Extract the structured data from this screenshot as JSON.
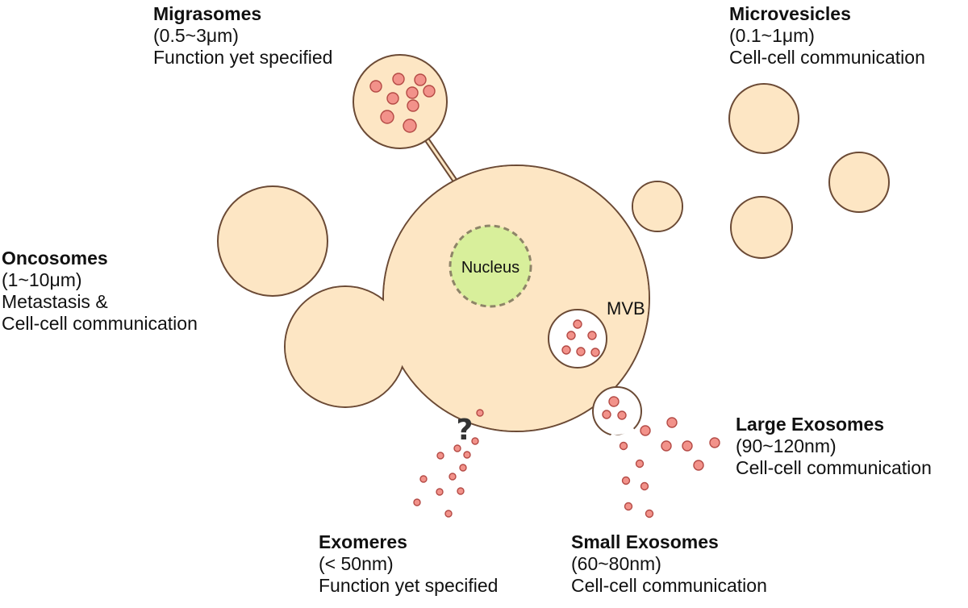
{
  "colors": {
    "cell_fill": "#fde6c4",
    "membrane": "#6b4a35",
    "vesicle": "#f2928a",
    "nucleus_fill": "#d8ef9b",
    "nucleus_border": "#8e8468"
  },
  "icons": {
    "unknown": "question-mark-icon"
  },
  "cell": {
    "nucleus_label": "Nucleus",
    "mvb_label": "MVB"
  },
  "labels": {
    "migrasomes": {
      "title": "Migrasomes",
      "size": "(0.5~3μm)",
      "desc": "Function yet specified"
    },
    "microvesicles": {
      "title": "Microvesicles",
      "size": "(0.1~1μm)",
      "desc": "Cell-cell communication"
    },
    "oncosomes": {
      "title": "Oncosomes",
      "size": "(1~10μm)",
      "desc1": "Metastasis &",
      "desc2": "Cell-cell communication"
    },
    "large_exosomes": {
      "title": "Large Exosomes",
      "size": "(90~120nm)",
      "desc": "Cell-cell communication"
    },
    "small_exosomes": {
      "title": "Small Exosomes",
      "size": "(60~80nm)",
      "desc": "Cell-cell communication"
    },
    "exomeres": {
      "title": "Exomeres",
      "size": "(< 50nm)",
      "desc": "Function yet specified"
    }
  }
}
